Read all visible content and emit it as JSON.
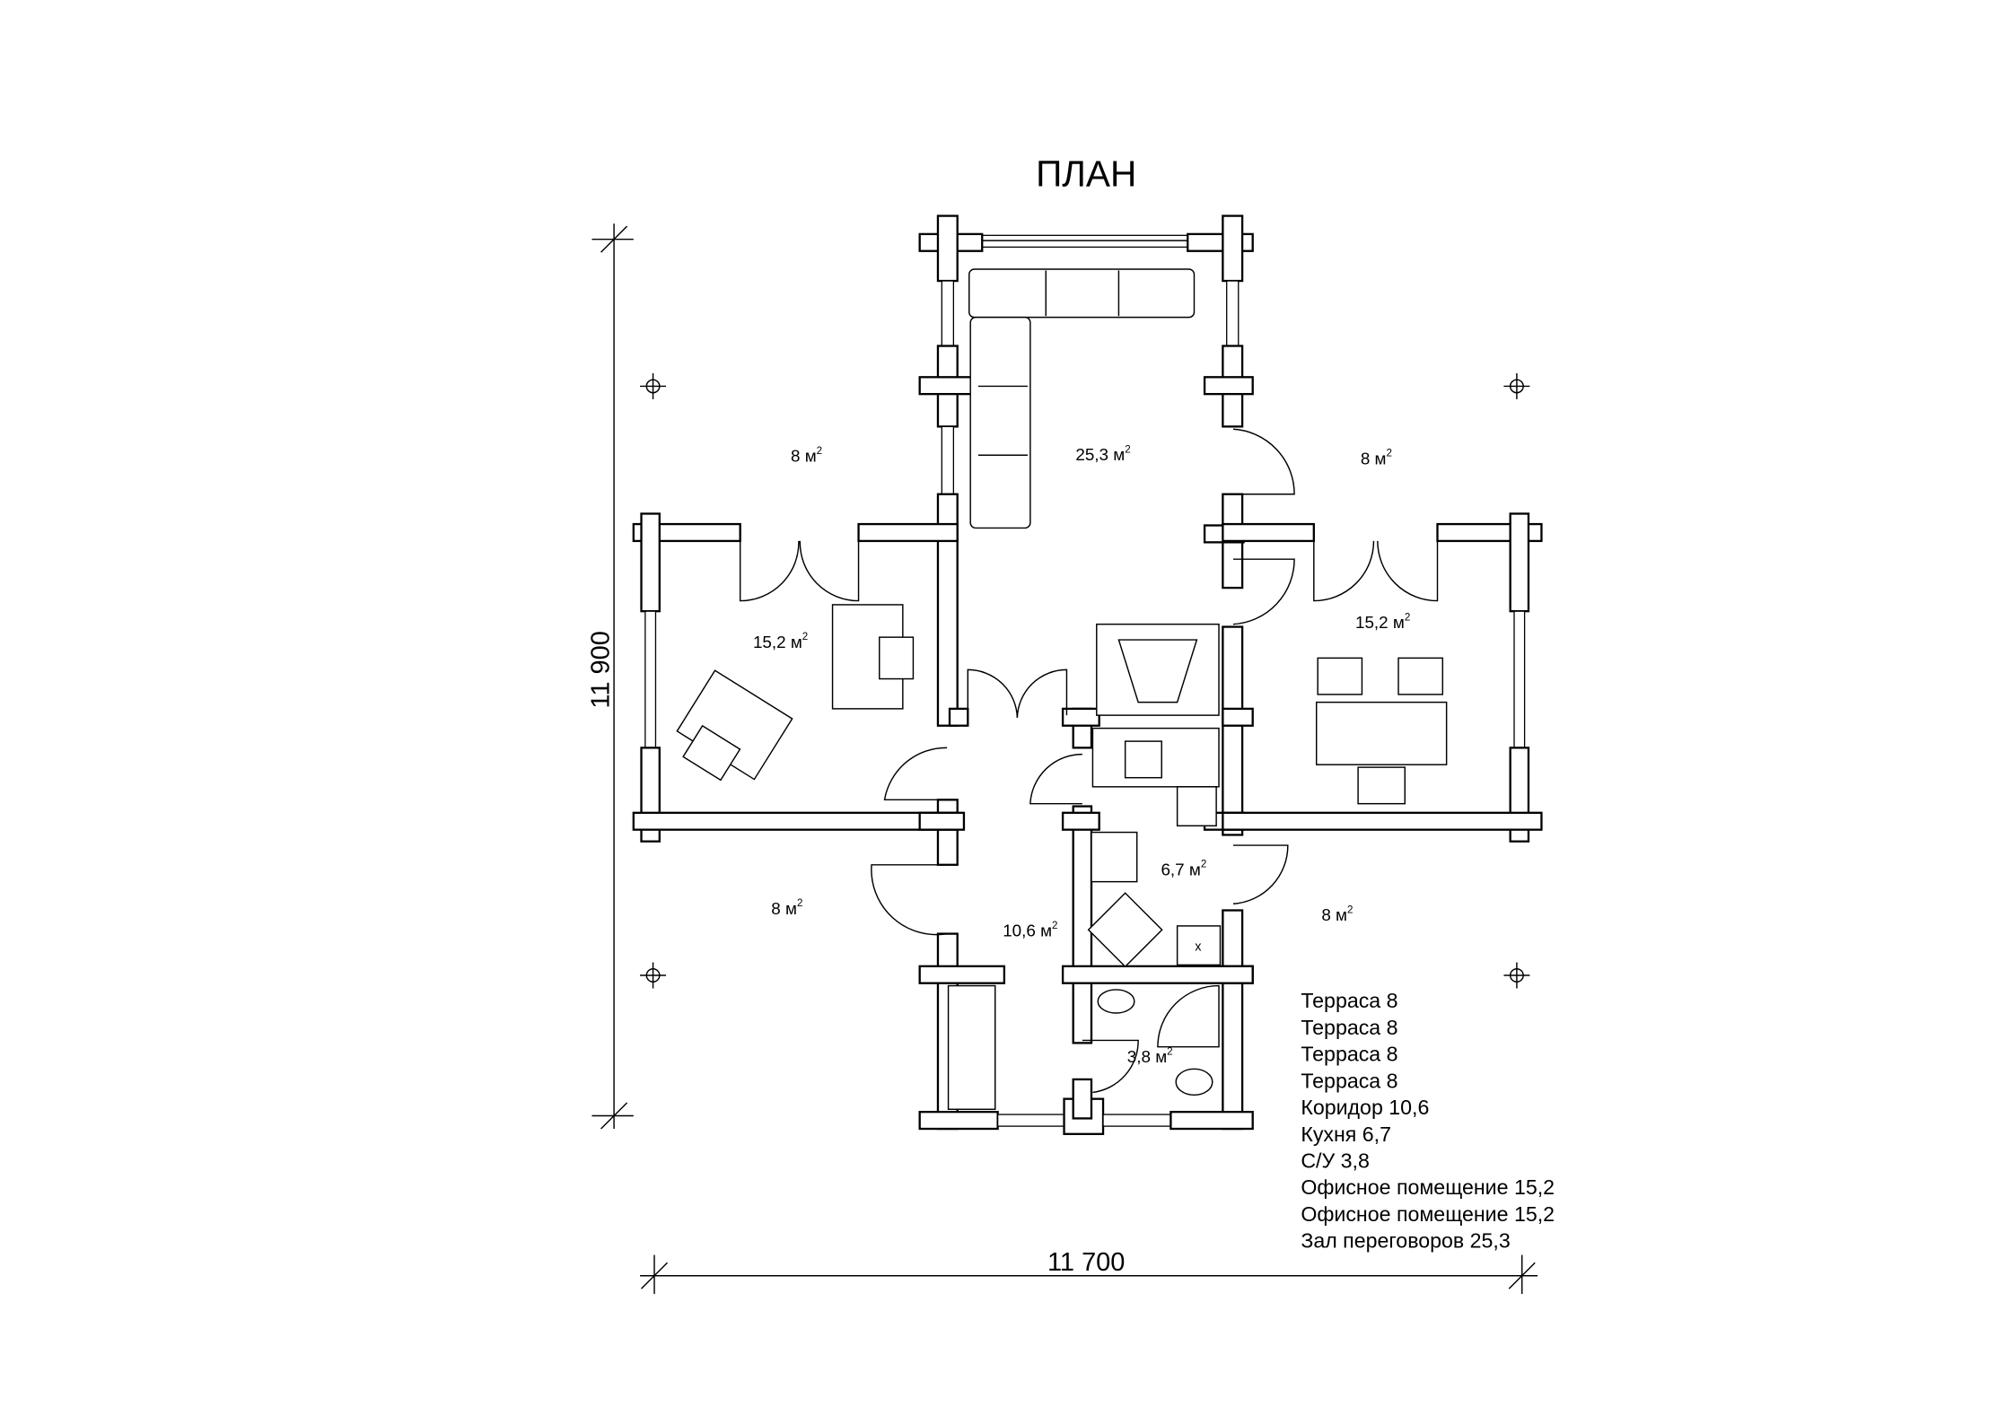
{
  "title": "ПЛАН",
  "dimensions": {
    "height": "11 900",
    "width": "11 700"
  },
  "area_unit": "м",
  "area_sup": "2",
  "rooms": [
    {
      "name": "terrace-top-left",
      "area": "8"
    },
    {
      "name": "meeting-hall",
      "area": "25,3"
    },
    {
      "name": "terrace-top-right",
      "area": "8"
    },
    {
      "name": "office-left",
      "area": "15,2"
    },
    {
      "name": "office-right",
      "area": "15,2"
    },
    {
      "name": "kitchen",
      "area": "6,7"
    },
    {
      "name": "terrace-bottom-left",
      "area": "8"
    },
    {
      "name": "corridor",
      "area": "10,6"
    },
    {
      "name": "terrace-bottom-right",
      "area": "8"
    },
    {
      "name": "bathroom",
      "area": "3,8"
    }
  ],
  "legend": [
    "Терраса 8",
    "Терраса 8",
    "Терраса 8",
    "Терраса 8",
    "Коридор 10,6",
    "Кухня 6,7",
    "С/У 3,8",
    "Офисное помещение 15,2",
    "Офисное помещение 15,2",
    "Зал переговоров 25,3"
  ],
  "stove_mark": "x"
}
